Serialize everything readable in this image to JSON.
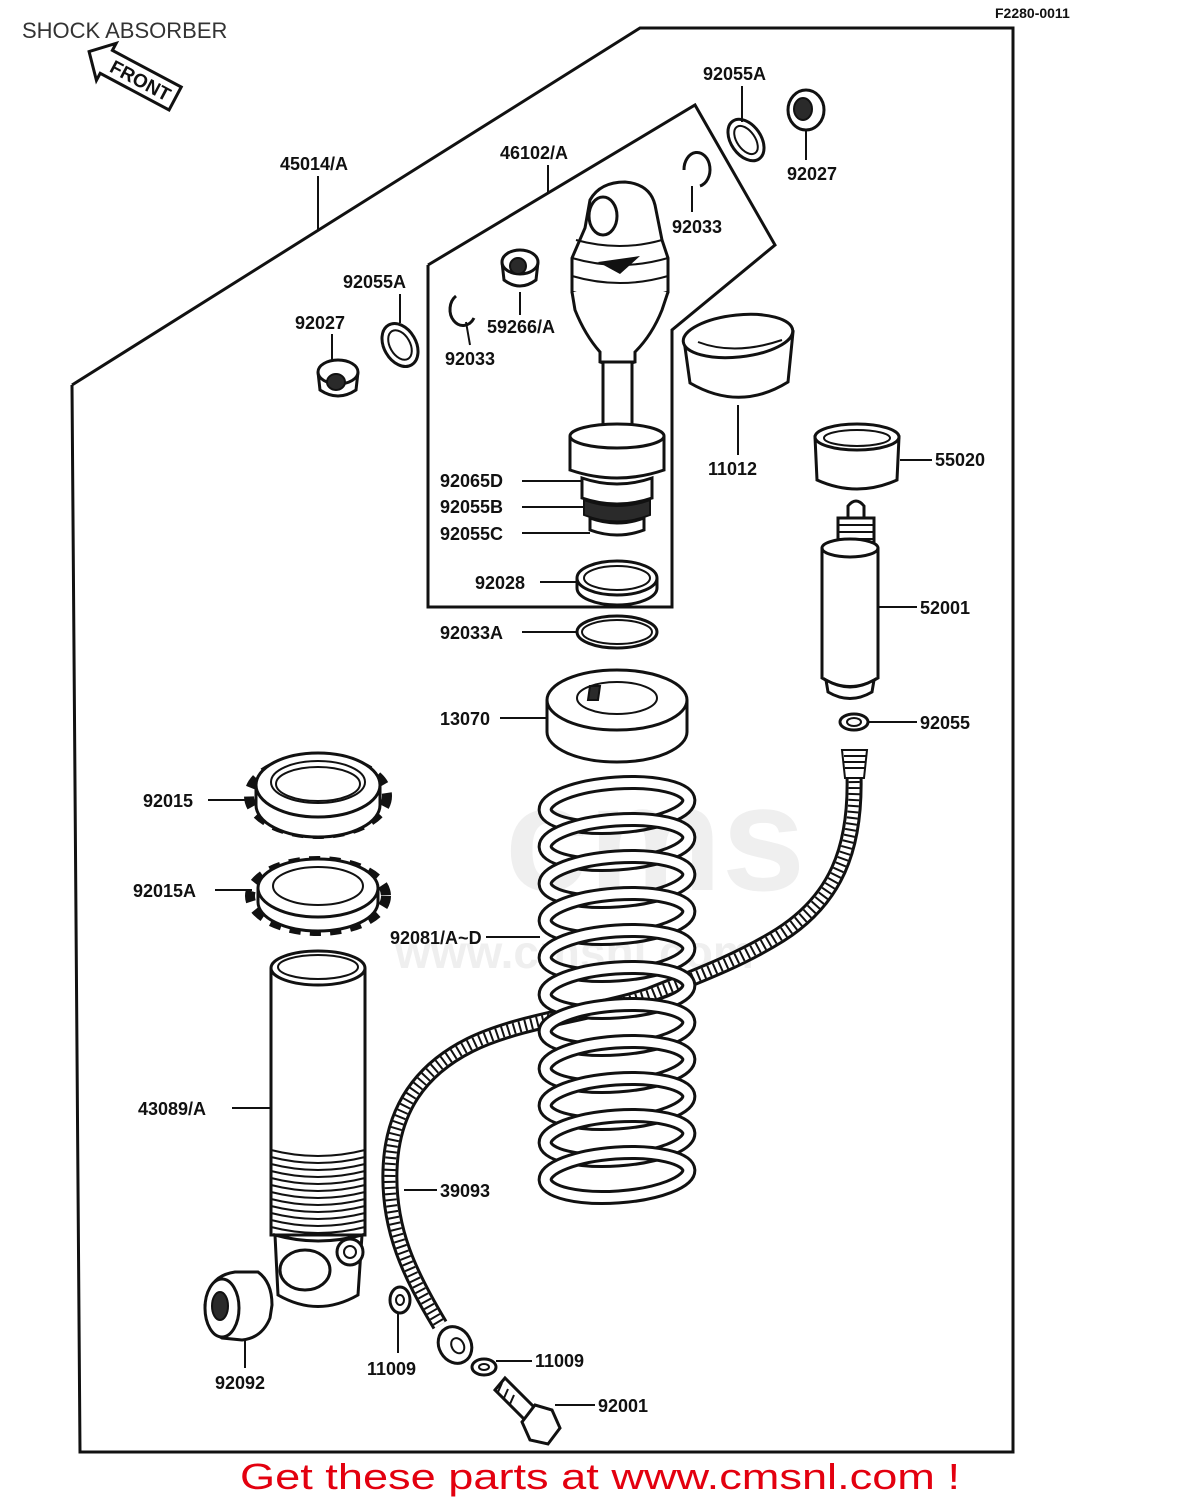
{
  "page": {
    "title": "SHOCK ABSORBER",
    "diagram_code": "F2280-0011"
  },
  "front_arrow": {
    "label": "FRONT",
    "icon": "arrow-up-left-icon"
  },
  "callouts": [
    "45014/A",
    "46102/A",
    "92055A",
    "92027",
    "92033",
    "92055A",
    "92027",
    "59266/A",
    "92033",
    "11012",
    "55020",
    "92065D",
    "92055B",
    "92055C",
    "92028",
    "92033A",
    "52001",
    "92055",
    "13070",
    "92015",
    "92015A",
    "92081/A~D",
    "43089/A",
    "39093",
    "11009",
    "11009",
    "92092",
    "92001"
  ],
  "watermark": {
    "logo_text": "cms",
    "url": "www.cmsnl.com"
  },
  "footer": {
    "text": "Get these parts at www.cmsnl.com !",
    "color": "#e3000f"
  }
}
